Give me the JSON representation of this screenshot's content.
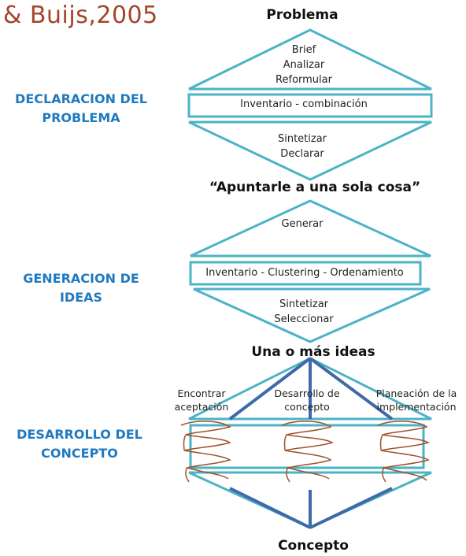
{
  "header": {
    "title": "& Buijs,2005"
  },
  "stages": [
    {
      "label_line1": "DECLARACION DEL",
      "label_line2": "PROBLEMA"
    },
    {
      "label_line1": "GENERACION DE",
      "label_line2": "IDEAS"
    },
    {
      "label_line1": "DESARROLLO DEL",
      "label_line2": "CONCEPTO"
    }
  ],
  "diagram": {
    "top_heading": "Problema",
    "block1": {
      "upper_steps": [
        "Brief",
        "Analizar",
        "Reformular"
      ],
      "box_text": "Inventario - combinación",
      "lower_steps": [
        "Sintetizar",
        "Declarar"
      ]
    },
    "quote": "“Apuntarle a una sola cosa”",
    "block2": {
      "upper_steps": [
        "Generar"
      ],
      "box_text": "Inventario - Clustering - Ordenamiento",
      "lower_steps": [
        "Sintetizar",
        "Seleccionar"
      ]
    },
    "middle_heading": "Una o más ideas",
    "block3": {
      "columns": [
        {
          "line1": "Encontrar",
          "line2": "aceptación"
        },
        {
          "line1": "Desarrollo de",
          "line2": "concepto"
        },
        {
          "line1": "Planeación de la",
          "line2": "implementación"
        }
      ]
    },
    "bottom_heading": "Concepto"
  },
  "colors": {
    "outline": "#4bb3c6",
    "dark_outline": "#3f6aa8",
    "title": "#a2452a",
    "stage_label": "#1f7abf",
    "scribble": "#a0522d"
  }
}
